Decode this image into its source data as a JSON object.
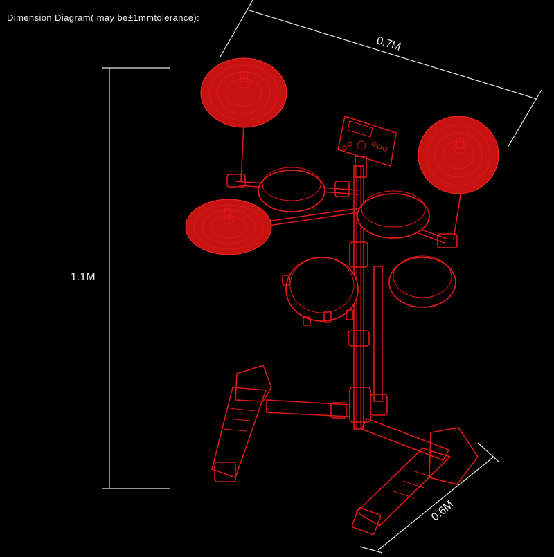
{
  "title": "Dimension Diagram( may be±1mmtolerance):",
  "dimensions": {
    "width": "0.7M",
    "height": "1.1M",
    "depth": "0.6M"
  },
  "colors": {
    "background": "#000000",
    "drawing": "#e01818",
    "dimension_lines": "#e6e6e6"
  }
}
